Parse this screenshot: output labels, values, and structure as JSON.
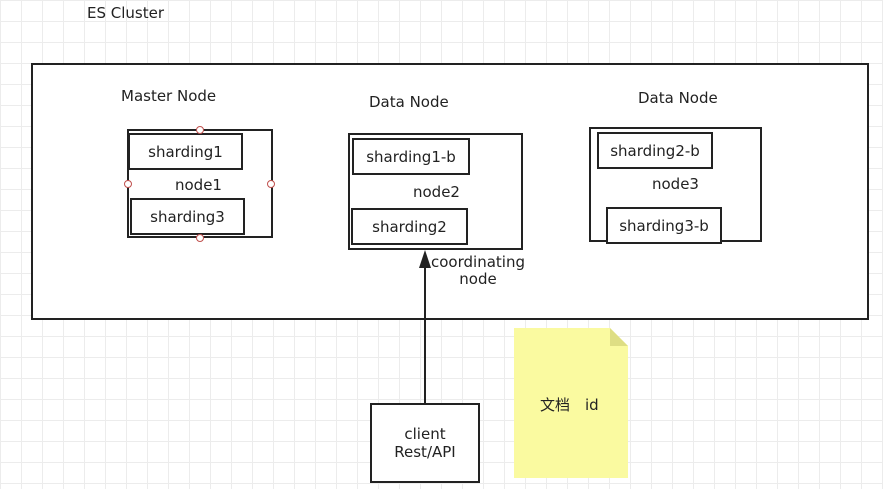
{
  "cluster": {
    "title": "ES Cluster"
  },
  "nodes": [
    {
      "role": "Master Node",
      "name": "node1",
      "shards": [
        "sharding1",
        "sharding3"
      ]
    },
    {
      "role": "Data Node",
      "name": "node2",
      "shards": [
        "sharding1-b",
        "sharding2"
      ]
    },
    {
      "role": "Data Node",
      "name": "node3",
      "shards": [
        "sharding2-b",
        "sharding3-b"
      ]
    }
  ],
  "coordinating": {
    "line1": "coordinating",
    "line2": "node"
  },
  "client": {
    "line1": "client",
    "line2": "Rest/API"
  },
  "note": {
    "text": "文档　id",
    "color": "#fafaa0"
  }
}
